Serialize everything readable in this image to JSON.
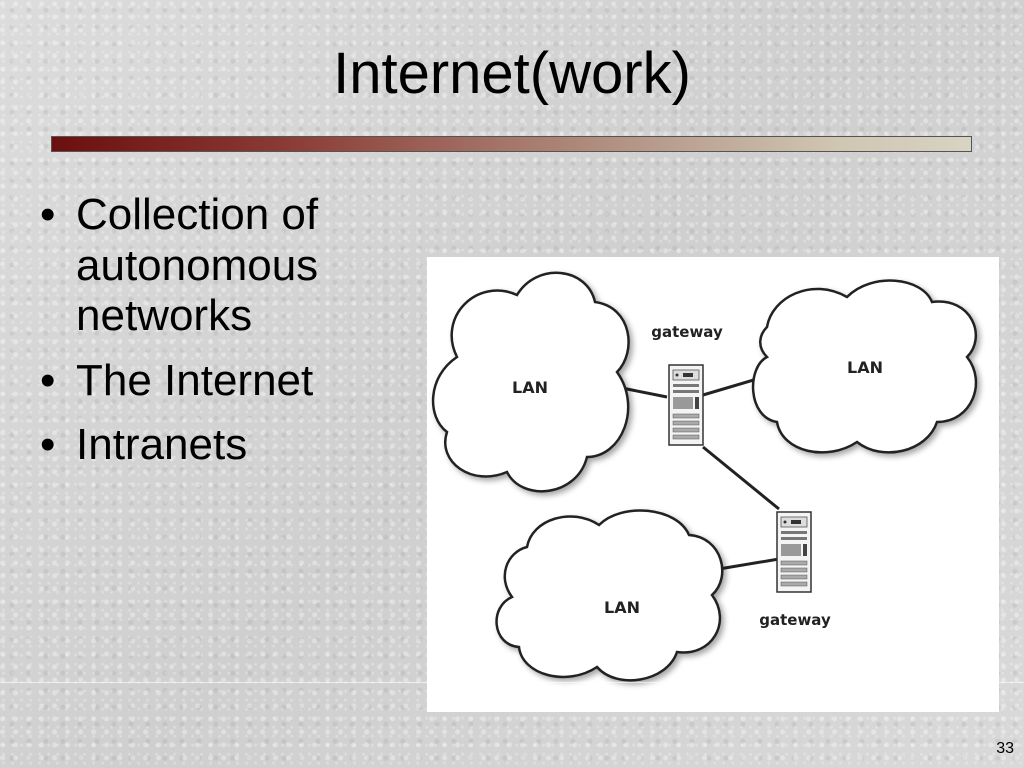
{
  "slide": {
    "title": "Internet(work)",
    "page_number": "33"
  },
  "bullets": [
    "Collection of autonomous networks",
    "The Internet",
    "Intranets"
  ],
  "diagram": {
    "clouds": [
      {
        "label": "LAN"
      },
      {
        "label": "LAN"
      },
      {
        "label": "LAN"
      }
    ],
    "gateways": [
      {
        "label": "gateway"
      },
      {
        "label": "gateway"
      }
    ]
  }
}
